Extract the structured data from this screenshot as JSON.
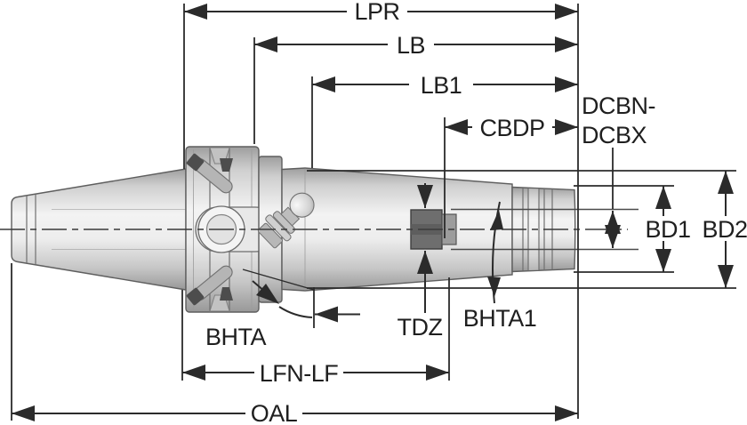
{
  "diagram": {
    "type": "technical-drawing",
    "subject": "tool-holder-dimension-diagram",
    "dimensions": {
      "lpr": "LPR",
      "lb": "LB",
      "lb1": "LB1",
      "cbdp": "CBDP",
      "dcbn_dcbx_line1": "DCBN-",
      "dcbn_dcbx_line2": "DCBX",
      "bd1": "BD1",
      "bd2": "BD2",
      "bhta": "BHTA",
      "tdz": "TDZ",
      "bhta1": "BHTA1",
      "lfn_lf": "LFN-LF",
      "oal": "OAL"
    },
    "colors": {
      "dimension_lines": "#2b2b2b",
      "part_outline": "#5e5e5e",
      "part_fill_light": "#f2f2f2",
      "part_fill_dark": "#9e9e9e",
      "dark_feature": "#4d4d4d",
      "background": "#ffffff"
    }
  }
}
